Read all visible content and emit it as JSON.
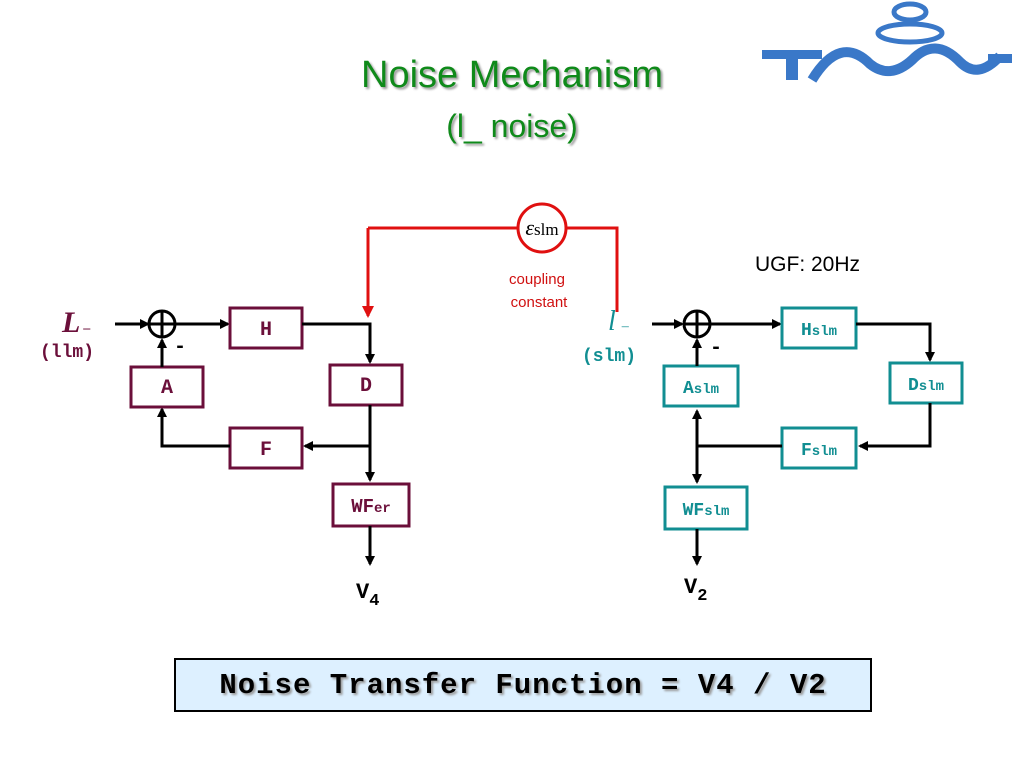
{
  "title": {
    "main": "Noise Mechanism",
    "sub": "(l_ noise)"
  },
  "colors": {
    "title": "#0f8a1a",
    "left_blocks": "#6b0f3a",
    "right_blocks": "#118e92",
    "coupling": "#e01010",
    "formula_bg": "#ddf0ff"
  },
  "logo": {
    "icon": "tama-logo-icon"
  },
  "coupling": {
    "symbol": "ε",
    "subscript": "slm",
    "label_line1": "coupling",
    "label_line2": "constant"
  },
  "ugf": "UGF: 20Hz",
  "left_loop": {
    "input_symbol": "L",
    "input_sub": "–",
    "input_name": "(llm)",
    "sum_sign": "-",
    "blocks": {
      "H": "H",
      "D": "D",
      "A": "A",
      "F": "F",
      "WF": "WF",
      "WF_sub": "er"
    },
    "output": "V",
    "output_sub": "4"
  },
  "right_loop": {
    "input_symbol": "l",
    "input_sub": "–",
    "input_name": "(slm)",
    "sum_sign": "-",
    "blocks": {
      "H": "H",
      "H_sub": "slm",
      "D": "D",
      "D_sub": "slm",
      "A": "A",
      "A_sub": "slm",
      "F": "F",
      "F_sub": "slm",
      "WF": "WF",
      "WF_sub": "slm"
    },
    "output": "V",
    "output_sub": "2"
  },
  "formula": "Noise Transfer Function = V4 / V2"
}
